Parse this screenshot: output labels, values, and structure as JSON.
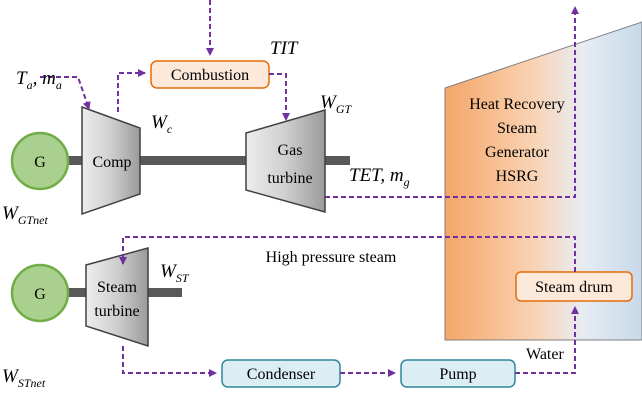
{
  "colors": {
    "flow_arrow": "#7030a0",
    "box_fill": "#dbeef4",
    "box_stroke": "#31859c",
    "combustion_fill": "#fde9d9",
    "combustion_stroke": "#e46c0a",
    "generator_fill": "#a9d08e",
    "generator_stroke": "#70ad47",
    "shaft": "#595959"
  },
  "labels": {
    "generator": "G",
    "compressor": "Comp",
    "gas_turbine_line1": "Gas",
    "gas_turbine_line2": "turbine",
    "combustion": "Combustion",
    "hrsg_line1": "Heat Recovery",
    "hrsg_line2": "Steam",
    "hrsg_line3": "Generator",
    "hrsg_line4": "HSRG",
    "steam_drum": "Steam drum",
    "steam_turbine_line1": "Steam",
    "steam_turbine_line2": "turbine",
    "condenser": "Condenser",
    "pump": "Pump",
    "water": "Water",
    "high_pressure_steam": "High pressure steam"
  },
  "symbols": {
    "tit": "TIT",
    "ta": "T",
    "ta_sub": "a",
    "comma": ", ",
    "ma": "m",
    "ma_sub": "a",
    "wc": "W",
    "wc_sub": "c",
    "wgt": "W",
    "wgt_sub": "GT",
    "tet": "TET",
    "mg": "m",
    "mg_sub": "g",
    "wgtnet": "W",
    "wgtnet_sub": "GTnet",
    "wst": "W",
    "wst_sub": "ST",
    "wstnet": "W",
    "wstnet_sub": "STnet"
  }
}
